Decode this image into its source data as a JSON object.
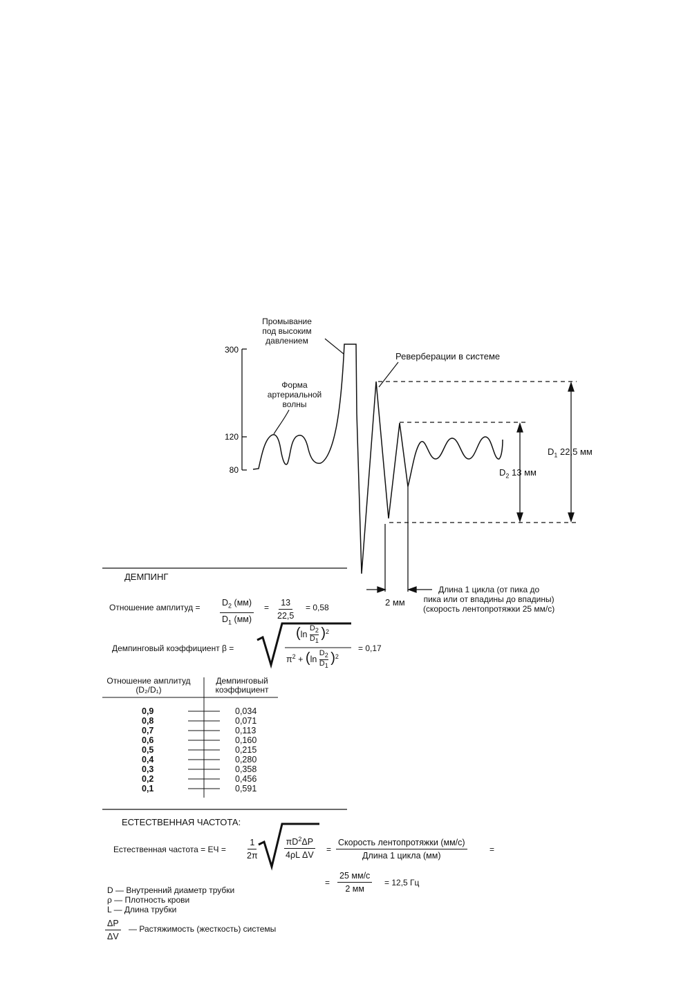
{
  "diagram": {
    "labels": {
      "flush": [
        "Промывание",
        "под высоким",
        "давлением"
      ],
      "waveform": [
        "Форма",
        "артериальной",
        "волны"
      ],
      "reverb": "Реверберации в системе",
      "d1": "22,5 мм",
      "d2": "13 мм",
      "cycle_length": "2 мм",
      "cycle_desc": [
        "Длина 1 цикла (от пика до",
        "пика или от впадины до впадины)",
        "(скорость лентопротяжки 25 мм/с)"
      ]
    },
    "axis_ticks": [
      "300",
      "120",
      "80"
    ]
  },
  "damping": {
    "heading": "ДЕМПИНГ",
    "ratio_label": "Отношение амплитуд =",
    "ratio_num": "(мм)",
    "ratio_den": "(мм)",
    "ratio_num_val": "13",
    "ratio_den_val": "22,5",
    "ratio_result": "= 0,58",
    "coef_label": "Демпинговый коэффициент β =",
    "coef_result": "= 0,17",
    "table": {
      "col1": [
        "Отношение амплитуд",
        "(D₂/D₁)"
      ],
      "col2": [
        "Демпинговый",
        "коэффициент"
      ],
      "ratios": [
        "0,9",
        "0,8",
        "0,7",
        "0,6",
        "0,5",
        "0,4",
        "0,3",
        "0,2",
        "0,1"
      ],
      "coefs": [
        "0,034",
        "0,071",
        "0,113",
        "0,160",
        "0,215",
        "0,280",
        "0,358",
        "0,456",
        "0,591"
      ]
    }
  },
  "natural_freq": {
    "heading": "ЕСТЕСТВЕННАЯ ЧАСТОТА:",
    "label": "Естественная частота = ЕЧ =",
    "frac1_num": "1",
    "frac1_den": "2π",
    "speed_num": "Скорость лентопротяжки (мм/с)",
    "speed_den": "Длина 1 цикла (мм)",
    "val_num": "25 мм/с",
    "val_den": "2 мм",
    "result": "= 12,5 Гц",
    "legend": {
      "d": "D — Внутренний диаметр трубки",
      "rho": "ρ — Плотность крови",
      "l": "L — Длина трубки",
      "compliance": "— Растяжимость (жесткость) системы",
      "dp": "ΔP",
      "dv": "ΔV"
    }
  }
}
